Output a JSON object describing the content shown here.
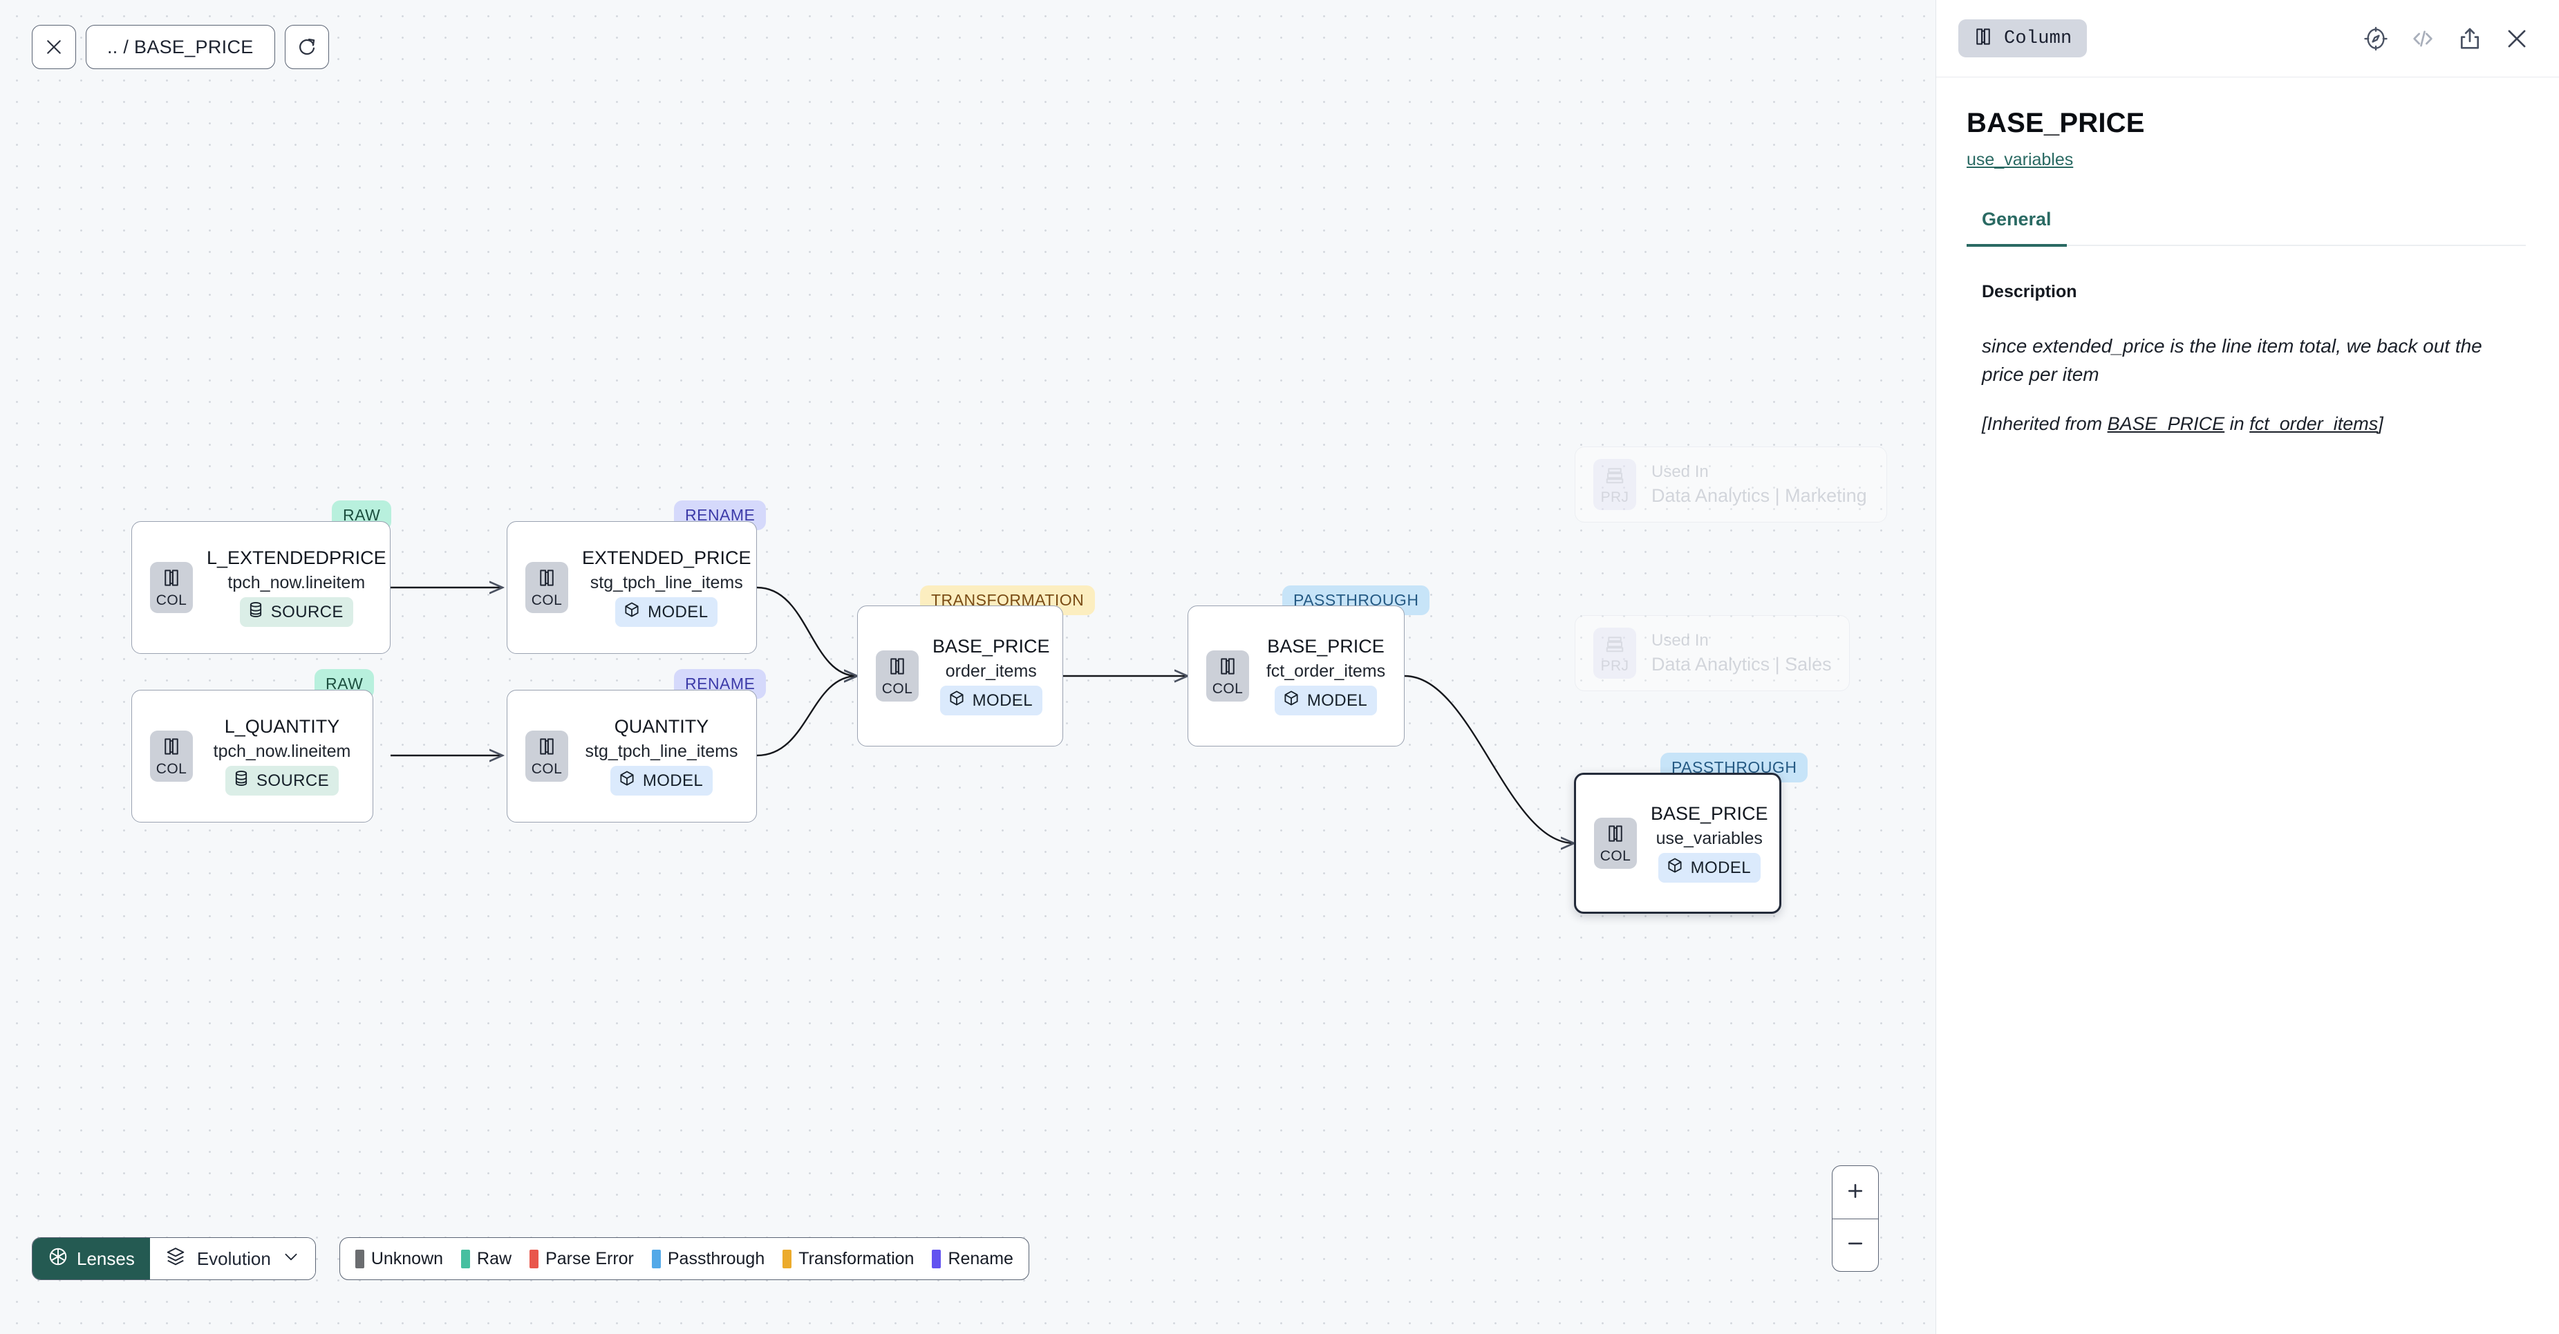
{
  "toolbar": {
    "close_label": "close-icon",
    "breadcrumb": ".. / BASE_PRICE",
    "refresh_label": "refresh-icon"
  },
  "graph": {
    "nodes": [
      {
        "id": "n1",
        "title": "L_EXTENDEDPRICE",
        "subtitle": "tpch_now.lineitem",
        "badge": "SOURCE",
        "badge_kind": "source",
        "tag": "RAW",
        "tag_kind": "raw",
        "selected": false
      },
      {
        "id": "n2",
        "title": "L_QUANTITY",
        "subtitle": "tpch_now.lineitem",
        "badge": "SOURCE",
        "badge_kind": "source",
        "tag": "RAW",
        "tag_kind": "raw",
        "selected": false
      },
      {
        "id": "n3",
        "title": "EXTENDED_PRICE",
        "subtitle": "stg_tpch_line_items",
        "badge": "MODEL",
        "badge_kind": "model",
        "tag": "RENAME",
        "tag_kind": "rename",
        "selected": false
      },
      {
        "id": "n4",
        "title": "QUANTITY",
        "subtitle": "stg_tpch_line_items",
        "badge": "MODEL",
        "badge_kind": "model",
        "tag": "RENAME",
        "tag_kind": "rename",
        "selected": false
      },
      {
        "id": "n5",
        "title": "BASE_PRICE",
        "subtitle": "order_items",
        "badge": "MODEL",
        "badge_kind": "model",
        "tag": "TRANSFORMATION",
        "tag_kind": "trans",
        "selected": false
      },
      {
        "id": "n6",
        "title": "BASE_PRICE",
        "subtitle": "fct_order_items",
        "badge": "MODEL",
        "badge_kind": "model",
        "tag": "PASSTHROUGH",
        "tag_kind": "pass",
        "selected": false
      },
      {
        "id": "n7",
        "title": "BASE_PRICE",
        "subtitle": "use_variables",
        "badge": "MODEL",
        "badge_kind": "model",
        "tag": "PASSTHROUGH",
        "tag_kind": "pass",
        "selected": true
      }
    ],
    "used_in_nodes": [
      {
        "id": "u1",
        "top": "Used In",
        "main": "Data Analytics | Marketing",
        "chip": "PRJ"
      },
      {
        "id": "u2",
        "top": "Used In",
        "main": "Data Analytics | Sales",
        "chip": "PRJ"
      }
    ]
  },
  "bottom_bar": {
    "lenses_label": "Lenses",
    "evolution_label": "Evolution",
    "legend": [
      {
        "label": "Unknown",
        "color": "#6b6d70"
      },
      {
        "label": "Raw",
        "color": "#46bfa0"
      },
      {
        "label": "Parse Error",
        "color": "#e9564b"
      },
      {
        "label": "Passthrough",
        "color": "#53a9e8"
      },
      {
        "label": "Transformation",
        "color": "#ecab2c"
      },
      {
        "label": "Rename",
        "color": "#6253f0"
      }
    ]
  },
  "zoom_controls": {
    "zoom_in": "+",
    "zoom_out": "−"
  },
  "panel": {
    "type_chip": "Column",
    "title": "BASE_PRICE",
    "link": "use_variables",
    "tabs": [
      {
        "label": "General",
        "active": true
      }
    ],
    "description_label": "Description",
    "description_body": "since extended_price is the line item total, we back out the price per item",
    "inherited_prefix": "[Inherited from ",
    "inherited_source": "BASE_PRICE",
    "inherited_middle": " in ",
    "inherited_model": "fct_order_items",
    "inherited_suffix": "]",
    "icons": [
      "compass-icon",
      "code-icon",
      "share-icon",
      "close-icon"
    ]
  },
  "colors": {
    "accent": "#2a6a63",
    "canvas_bg": "#f6f8fa",
    "selected_border": "#242b3a"
  }
}
